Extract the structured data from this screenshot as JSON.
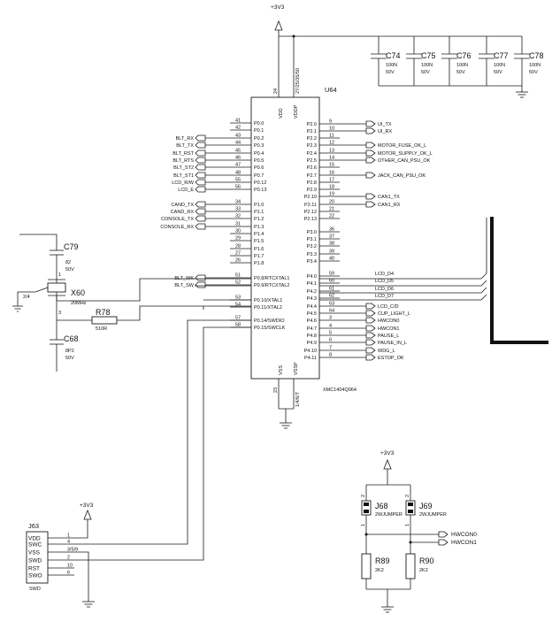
{
  "ic": {
    "ref": "U64",
    "part": "XMC1404Q064",
    "vdd": "VDD",
    "vddp": "VDDP",
    "vss": "VSS",
    "vssp": "VSSP",
    "pin_vdd": "24",
    "pin_vddp": "27/25/35/50",
    "pin_vss": "23",
    "pin_vssp": "1/4/6/T",
    "left": [
      {
        "pin": "41",
        "name": "P0.0",
        "net": ""
      },
      {
        "pin": "42",
        "name": "P0.1",
        "net": ""
      },
      {
        "pin": "43",
        "name": "P0.2",
        "net": "BLT_RX"
      },
      {
        "pin": "44",
        "name": "P0.3",
        "net": "BLT_TX"
      },
      {
        "pin": "45",
        "name": "P0.4",
        "net": "BLT_RST"
      },
      {
        "pin": "46",
        "name": "P0.5",
        "net": "BLT_RTS"
      },
      {
        "pin": "47",
        "name": "P0.6",
        "net": "BLT_ST2"
      },
      {
        "pin": "48",
        "name": "P0.7",
        "net": "BLT_ST1"
      },
      {
        "pin": "55",
        "name": "P0.12",
        "net": "LCD_R/W"
      },
      {
        "pin": "56",
        "name": "P0.13",
        "net": "LCD_E"
      },
      {
        "pin": "34",
        "name": "P1.0",
        "net": "CAND_TX"
      },
      {
        "pin": "33",
        "name": "P1.1",
        "net": "CAND_RX"
      },
      {
        "pin": "32",
        "name": "P1.2",
        "net": "CONSOLE_TX"
      },
      {
        "pin": "31",
        "name": "P1.3",
        "net": "CONSOLE_RX"
      },
      {
        "pin": "30",
        "name": "P1.4",
        "net": ""
      },
      {
        "pin": "29",
        "name": "P1.5",
        "net": ""
      },
      {
        "pin": "28",
        "name": "P1.6",
        "net": ""
      },
      {
        "pin": "27",
        "name": "P1.7",
        "net": ""
      },
      {
        "pin": "26",
        "name": "P1.8",
        "net": ""
      },
      {
        "pin": "51",
        "name": "P0.8/RTCXTAL1",
        "net": "BLT_WK"
      },
      {
        "pin": "52",
        "name": "P0.9/RTCXTAL2",
        "net": "BLT_SW"
      },
      {
        "pin": "53",
        "name": "P0.10/XTAL1",
        "net": ""
      },
      {
        "pin": "54",
        "name": "P0.11/XTAL2",
        "net": ""
      },
      {
        "pin": "57",
        "name": "P0.14/SWDIO",
        "net": ""
      },
      {
        "pin": "58",
        "name": "P0.15/SWCLK",
        "net": ""
      }
    ],
    "right": [
      {
        "pin": "9",
        "name": "P2.0",
        "net": "UI_TX"
      },
      {
        "pin": "10",
        "name": "P2.1",
        "net": "UI_RX"
      },
      {
        "pin": "11",
        "name": "P2.2",
        "net": ""
      },
      {
        "pin": "12",
        "name": "P2.3",
        "net": "MOTOR_FUSE_OK_L"
      },
      {
        "pin": "13",
        "name": "P2.4",
        "net": "MOTOR_SUPPLY_OK_L"
      },
      {
        "pin": "14",
        "name": "P2.5",
        "net": "OTHER_CAN_PSU_OK"
      },
      {
        "pin": "15",
        "name": "P2.6",
        "net": ""
      },
      {
        "pin": "16",
        "name": "P2.7",
        "net": "JACK_CAN_PSU_OK"
      },
      {
        "pin": "17",
        "name": "P2.8",
        "net": ""
      },
      {
        "pin": "18",
        "name": "P2.9",
        "net": ""
      },
      {
        "pin": "19",
        "name": "P2.10",
        "net": "CAN1_TX"
      },
      {
        "pin": "20",
        "name": "P2.11",
        "net": "CAN1_RX"
      },
      {
        "pin": "21",
        "name": "P2.12",
        "net": ""
      },
      {
        "pin": "22",
        "name": "P2.13",
        "net": ""
      },
      {
        "pin": "36",
        "name": "P3.0",
        "net": ""
      },
      {
        "pin": "37",
        "name": "P3.1",
        "net": ""
      },
      {
        "pin": "38",
        "name": "P3.2",
        "net": ""
      },
      {
        "pin": "39",
        "name": "P3.3",
        "net": ""
      },
      {
        "pin": "40",
        "name": "P3.4",
        "net": ""
      },
      {
        "pin": "59",
        "name": "P4.0",
        "net": "LCD_D4"
      },
      {
        "pin": "60",
        "name": "P4.1",
        "net": "LCD_D5"
      },
      {
        "pin": "61",
        "name": "P4.2",
        "net": "LCD_D6"
      },
      {
        "pin": "62",
        "name": "P4.3",
        "net": "LCD_D7"
      },
      {
        "pin": "63",
        "name": "P4.4",
        "net": "LCD_C/D"
      },
      {
        "pin": "64",
        "name": "P4.5",
        "net": "CUP_LIGHT_L"
      },
      {
        "pin": "3",
        "name": "P4.6",
        "net": "HWCON0"
      },
      {
        "pin": "4",
        "name": "P4.7",
        "net": "HWCON1"
      },
      {
        "pin": "5",
        "name": "P4.8",
        "net": "PAUSE_L"
      },
      {
        "pin": "6",
        "name": "P4.9",
        "net": "PAUSE_IN_L"
      },
      {
        "pin": "7",
        "name": "P4.10",
        "net": "WDG_L"
      },
      {
        "pin": "8",
        "name": "P4.11",
        "net": "ESTOP_OK"
      }
    ]
  },
  "power": {
    "supply": "+3V3"
  },
  "caps_top": [
    {
      "ref": "C74",
      "value": "100N",
      "voltage": "50V"
    },
    {
      "ref": "C75",
      "value": "100N",
      "voltage": "50V"
    },
    {
      "ref": "C76",
      "value": "100N",
      "voltage": "50V"
    },
    {
      "ref": "C77",
      "value": "100N",
      "voltage": "50V"
    },
    {
      "ref": "C78",
      "value": "100N",
      "voltage": "50V"
    }
  ],
  "crystal": {
    "ref": "X60",
    "freq": "20MHz",
    "pin_a": "2/4",
    "pin_b": "1",
    "pin_c": "3"
  },
  "c79": {
    "ref": "C79",
    "value": "82",
    "voltage": "50V"
  },
  "c68": {
    "ref": "C68",
    "value": "8P2",
    "voltage": "50V"
  },
  "r78": {
    "ref": "R78",
    "value": "510R"
  },
  "swd": {
    "ref": "J63",
    "name": "SWD",
    "pins": [
      {
        "label": "VDD",
        "num": "1"
      },
      {
        "label": "SWC",
        "num": "4"
      },
      {
        "label": "VSS",
        "num": "3/5/9"
      },
      {
        "label": "SWD",
        "num": "2"
      },
      {
        "label": "RST",
        "num": "10"
      },
      {
        "label": "SWO",
        "num": "6"
      }
    ]
  },
  "jumpers": [
    {
      "ref": "J68",
      "type": "2WJUMPER",
      "pin_top": "2",
      "pin_bot": "1"
    },
    {
      "ref": "J69",
      "type": "2WJUMPER",
      "pin_top": "2",
      "pin_bot": "1"
    }
  ],
  "resistors": [
    {
      "ref": "R89",
      "value": "2K2"
    },
    {
      "ref": "R90",
      "value": "2K2"
    }
  ],
  "hwcon_nets": [
    "HWCON0",
    "HWCON1"
  ]
}
